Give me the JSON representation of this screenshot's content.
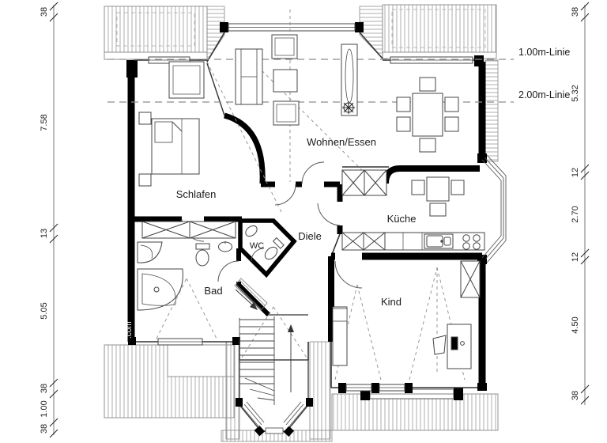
{
  "plan": {
    "type": "floor-plan",
    "rooms": [
      {
        "name": "Wohnen/Essen"
      },
      {
        "name": "Schlafen"
      },
      {
        "name": "Küche"
      },
      {
        "name": "Diele"
      },
      {
        "name": "WC"
      },
      {
        "name": "Bad"
      },
      {
        "name": "Kind"
      }
    ],
    "height_lines": [
      {
        "label": "1.00m-Linie"
      },
      {
        "label": "2.00m-Linie"
      }
    ],
    "dimensions": {
      "left": [
        "38",
        "7.58",
        "13",
        "5.05",
        "38",
        "1.00",
        "38"
      ],
      "right": [
        "38",
        "5.32",
        "12",
        "2.70",
        "12",
        "4.50",
        "38"
      ]
    },
    "watermark": ".com",
    "colors": {
      "wall": "#000000",
      "background": "#ffffff",
      "hatch": "#979797",
      "dashed": "#8c8c8c"
    }
  }
}
